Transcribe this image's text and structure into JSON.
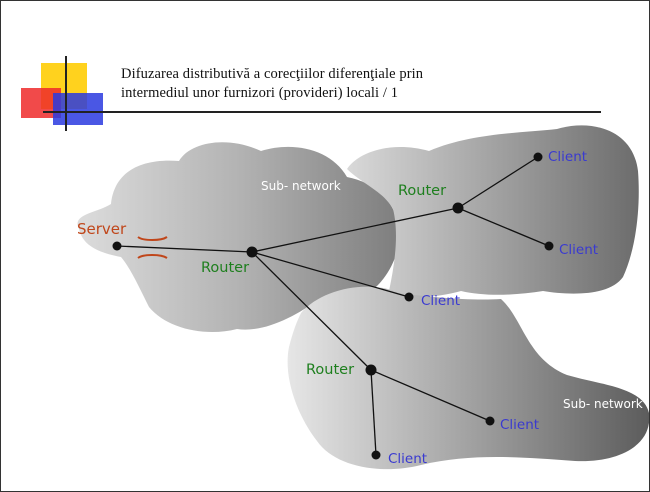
{
  "title": {
    "line1": "Difuzarea distributivă a corecţiilor diferenţiale prin",
    "line2": "intermediul unor furnizori (provideri) locali / 1"
  },
  "labels": {
    "server": "Server",
    "router_main": "Router",
    "router_top": "Router",
    "router_bottom": "Router",
    "subnet_top": "Sub- network",
    "subnet_bottom": "Sub- network",
    "client_top1": "Client",
    "client_top2": "Client",
    "client_mid": "Client",
    "client_bottom1": "Client",
    "client_bottom2": "Client"
  },
  "colors": {
    "server": "#c0461a",
    "router": "#1e7f1e",
    "client": "#3a3ad0",
    "subnet": "#ffffff",
    "accent_yellow": "#ffd21e",
    "accent_red": "#ee2a2a",
    "accent_blue": "#2a3adf"
  }
}
